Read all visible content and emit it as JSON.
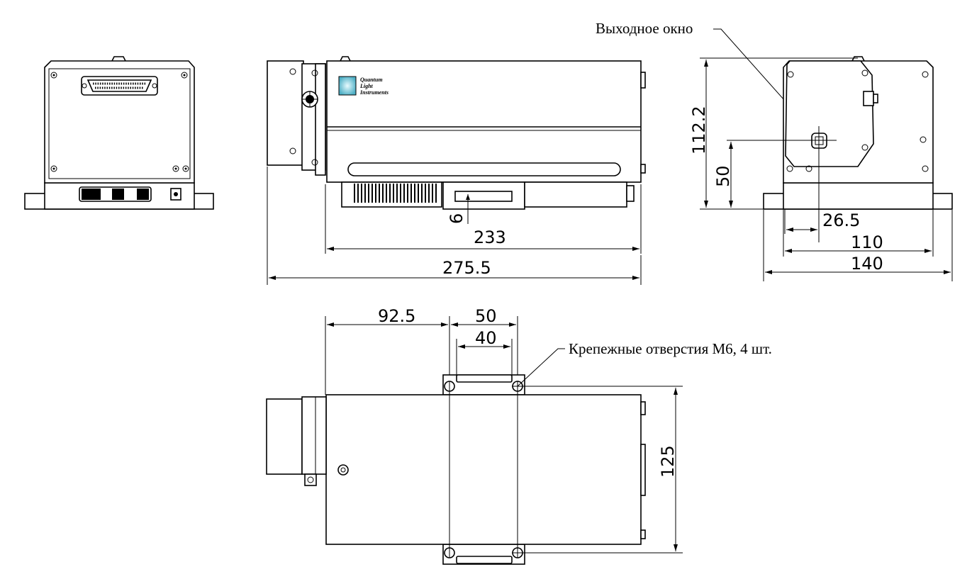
{
  "annotations": {
    "output_window": "Выходное окно",
    "mounting_holes": "Крепежные отверстия М6, 4 шт."
  },
  "logo_lines": [
    "Quantum",
    "Light",
    "Instruments"
  ],
  "dimensions": {
    "length_body": "233",
    "length_total": "275.5",
    "window_offset": "6",
    "height_total": "112.2",
    "window_height": "50",
    "window_x": "26.5",
    "width_body": "110",
    "width_base": "140",
    "bracket_pos": "92.5",
    "bracket_outer": "50",
    "bracket_inner": "40",
    "base_depth": "125"
  }
}
